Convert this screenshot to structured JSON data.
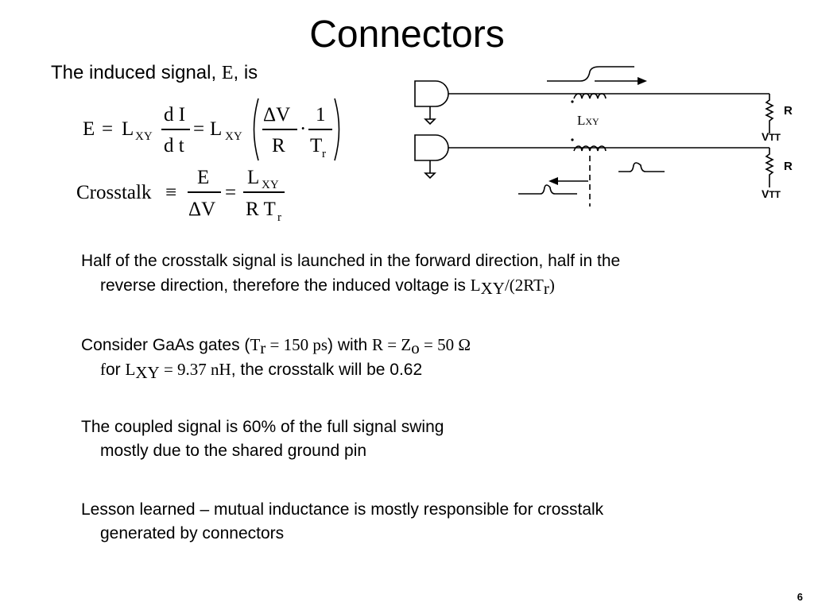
{
  "slide": {
    "title": "Connectors",
    "page_number": "6",
    "intro": {
      "before": "The induced signal, ",
      "symbol": "E",
      "after": ", is"
    }
  },
  "equation1": {
    "lhs": "E",
    "eq1": "=",
    "L1": "L",
    "xy1": "XY",
    "num1": "d I",
    "den1": "d t",
    "eq2": "=",
    "L2": "L",
    "xy2": "XY",
    "num2": "ΔV",
    "den2": "R",
    "dot": "·",
    "num3": "1",
    "den3": "T",
    "sub_r": "r"
  },
  "equation2": {
    "lhs": "Crosstalk",
    "equiv": "≡",
    "num1": "E",
    "den1": "ΔV",
    "eq": "=",
    "num2": "L",
    "num2_sub": "XY",
    "den2": "R T",
    "den2_sub": "r"
  },
  "diagram": {
    "inductor_label": "L",
    "inductor_sub": "XY",
    "resistor1": "R",
    "resistor2": "R",
    "vtt1": "V",
    "vtt1_sub": "TT",
    "vtt2": "V",
    "vtt2_sub": "TT"
  },
  "bullets": {
    "b1": {
      "line1": "Half of the crosstalk signal is launched in the forward direction, half in the",
      "line2_text": "reverse direction, therefore the induced voltage is ",
      "line2_m1": "L",
      "line2_sub1": "XY",
      "line2_m2": "/(2RT",
      "line2_sub2": "r",
      "line2_m3": ")"
    },
    "b2": {
      "l1_t1": "Consider GaAs gates (",
      "l1_m1": "T",
      "l1_s1": "r",
      "l1_m2": " = 150 ps",
      "l1_t2": ") with ",
      "l1_m3": "R = Z",
      "l1_s2": "o",
      "l1_m4": " = 50 Ω",
      "l2_m0": "f",
      "l2_t1": "or ",
      "l2_m1": "L",
      "l2_s1": "XY",
      "l2_m2": " = 9.37 nH",
      "l2_t2": ", the crosstalk will be 0.62"
    },
    "b3": {
      "line1": "The coupled signal is 60% of the full signal swing",
      "line2": "mostly due to the shared ground pin"
    },
    "b4": {
      "line1": "Lesson learned – mutual inductance is mostly responsible for crosstalk",
      "line2": "generated by connectors"
    }
  }
}
